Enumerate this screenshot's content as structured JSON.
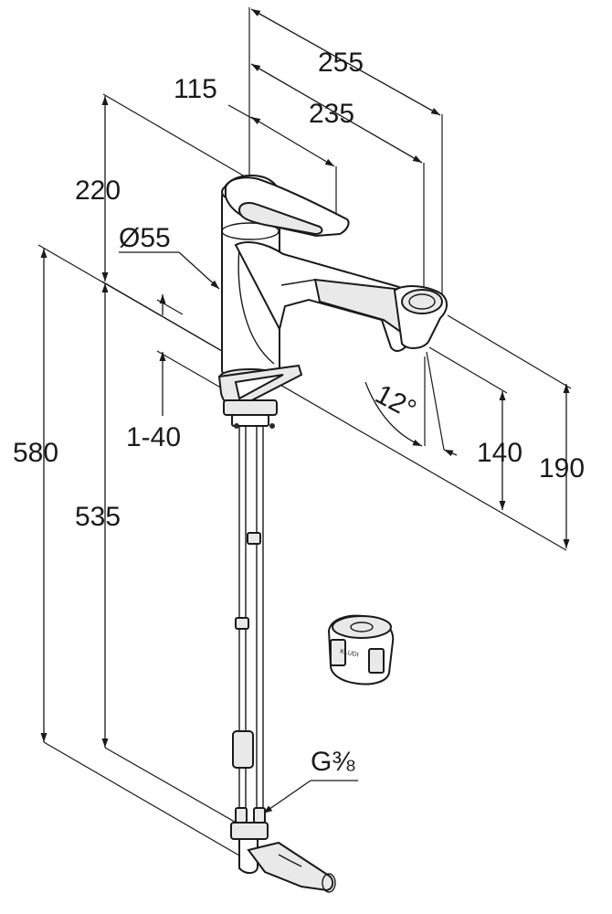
{
  "dimensions": {
    "top_reach_1": "255",
    "top_reach_2": "235",
    "lever_length": "115",
    "body_height": "220",
    "diameter": "Ø55",
    "counter_thickness": "1-40",
    "total_height": "580",
    "height_from_base": "535",
    "spout_angle": "12°",
    "spout_clearance": "140",
    "spout_height": "190",
    "thread": "G⅜"
  },
  "accessory_label": "KLUDI",
  "colors": {
    "line": "#1a1a1a",
    "fill": "#e9e9e9"
  }
}
